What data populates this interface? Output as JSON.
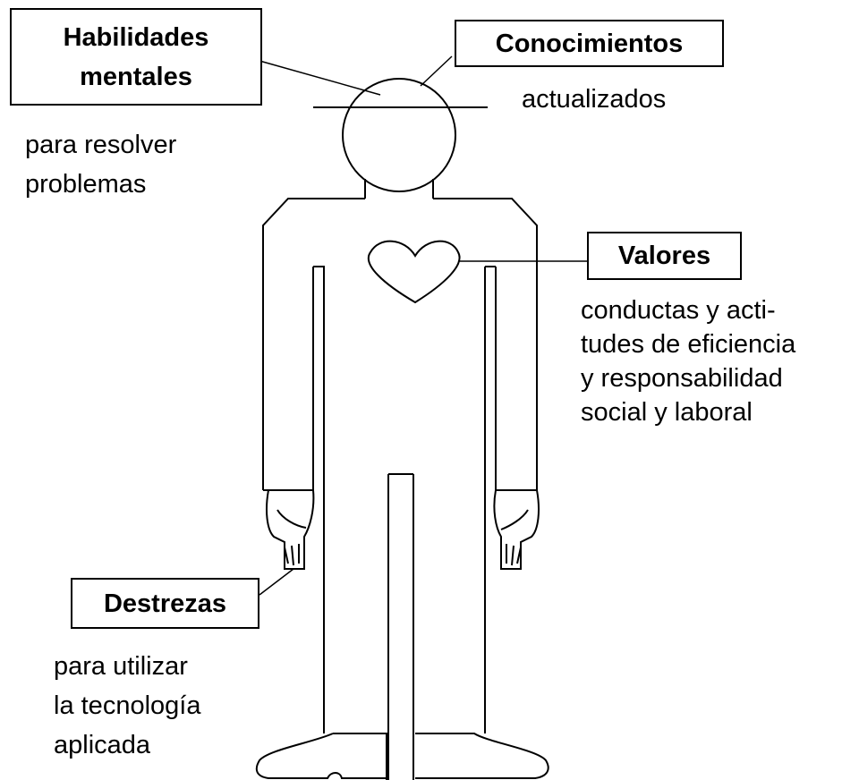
{
  "labels": {
    "habilidades": {
      "title_lines": [
        "Habilidades",
        "mentales"
      ],
      "desc_lines": [
        "para resolver",
        "problemas"
      ]
    },
    "conocimientos": {
      "title": "Conocimientos",
      "desc_lines": [
        "actualizados"
      ]
    },
    "valores": {
      "title": "Valores",
      "desc_lines": [
        "conductas y acti-",
        "tudes de eficiencia",
        "y responsabilidad",
        "social y laboral"
      ]
    },
    "destrezas": {
      "title": "Destrezas",
      "desc_lines": [
        "para utilizar",
        "la tecnología",
        "aplicada"
      ]
    }
  },
  "colors": {
    "stroke": "#000000",
    "background": "#ffffff"
  }
}
